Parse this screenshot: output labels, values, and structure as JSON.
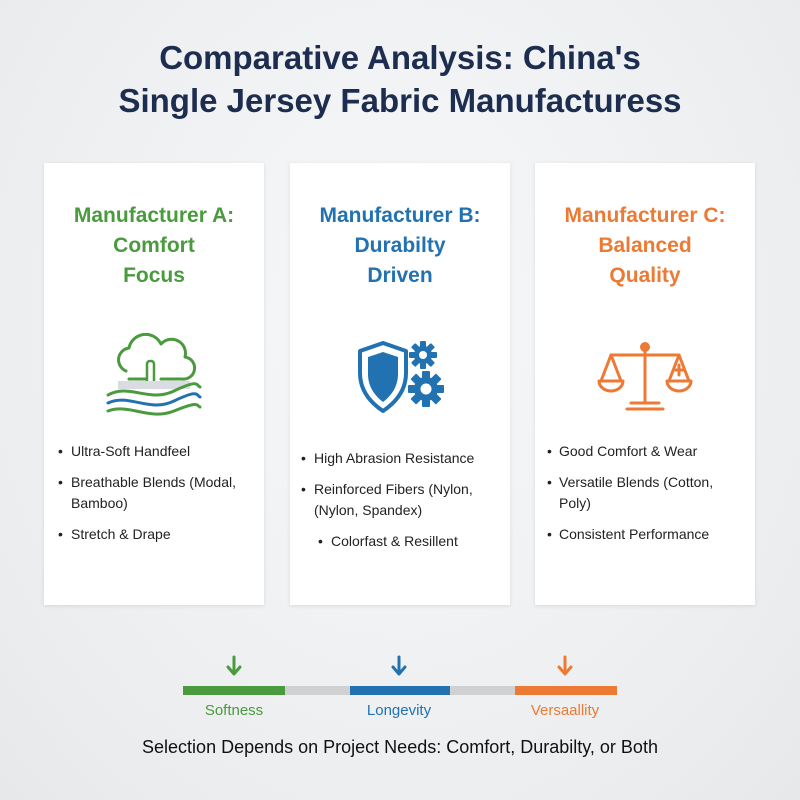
{
  "title": {
    "line1": "Comparative Analysis: China's",
    "line2": "Single Jersey Fabric Manufacturess"
  },
  "colors": {
    "green": "#4a9a3e",
    "blue": "#2272b2",
    "orange": "#ec7a35",
    "grey": "#cfd1d3",
    "navy": "#1d2d4f"
  },
  "cards": [
    {
      "title_lines": [
        "Manufacturer A:",
        "Comfort",
        "Focus"
      ],
      "icon": "cloud-fabric-wave-icon",
      "bullets": [
        "Ultra-Soft Handfeel",
        "Breathable Blends (Modal, Bamboo)",
        "Stretch & Drape"
      ]
    },
    {
      "title_lines": [
        "Manufacturer B:",
        "Durabilty",
        "Driven"
      ],
      "icon": "shield-gears-icon",
      "bullets": [
        "High Abrasion Resistance",
        "Reinforced Fibers (Nylon, (Nylon, Spandex)",
        "Colorfast & Resillent"
      ]
    },
    {
      "title_lines": [
        "Manufacturer C:",
        "Balanced",
        "Quality"
      ],
      "icon": "balance-scale-icon",
      "bullets": [
        "Good Comfort & Wear",
        "Versatile Blends (Cotton, Poly)",
        "Consistent Performance"
      ]
    }
  ],
  "scale": {
    "labels": [
      "Softness",
      "Longevity",
      "Versaallity"
    ],
    "icon": "down-arrow-icon"
  },
  "footer": "Selection Depends on Project Needs: Comfort, Durabilty, or Both"
}
